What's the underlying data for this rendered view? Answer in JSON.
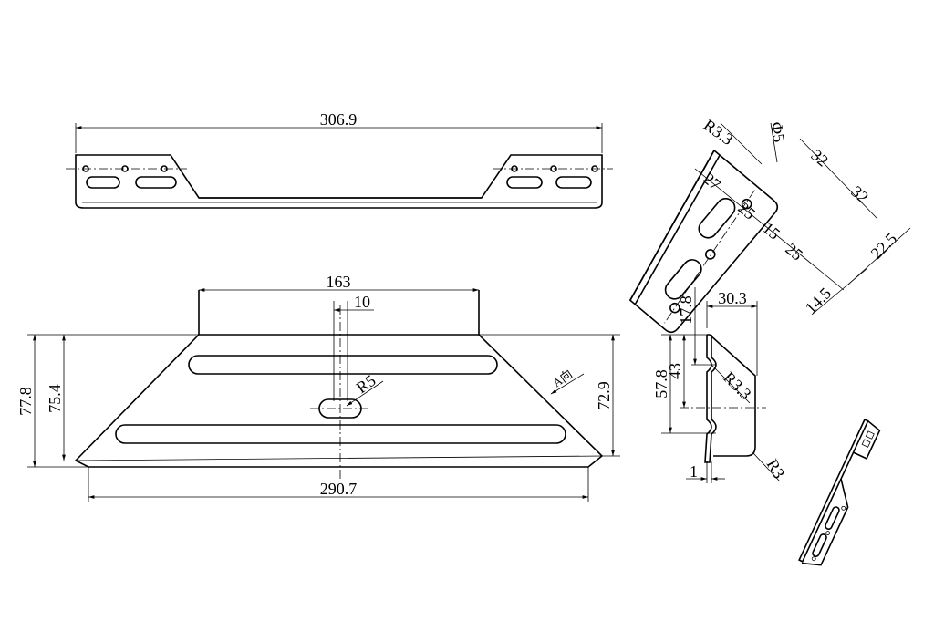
{
  "drawing": {
    "top_view": {
      "length": "306.9"
    },
    "front_view": {
      "flange_width": "163",
      "slot_width": "10",
      "slot_radius": "R5",
      "total_height": "77.8",
      "inner_height": "75.4",
      "right_height": "72.9",
      "bottom_width": "290.7",
      "view_label": "A向"
    },
    "side_view": {
      "depth": "30.3",
      "top_offset": "17.8",
      "center_offset": "43",
      "rib_spacing": "57.8",
      "thickness": "1",
      "bend_radius": "R3.3",
      "corner_radius": "R3"
    },
    "detail_view": {
      "radius": "R3.3",
      "hole": "Φ5",
      "dims": [
        "32",
        "32",
        "27",
        "25",
        "15",
        "25",
        "22.5",
        "14.5"
      ]
    }
  },
  "colors": {
    "line": "#000000",
    "background": "#ffffff"
  }
}
